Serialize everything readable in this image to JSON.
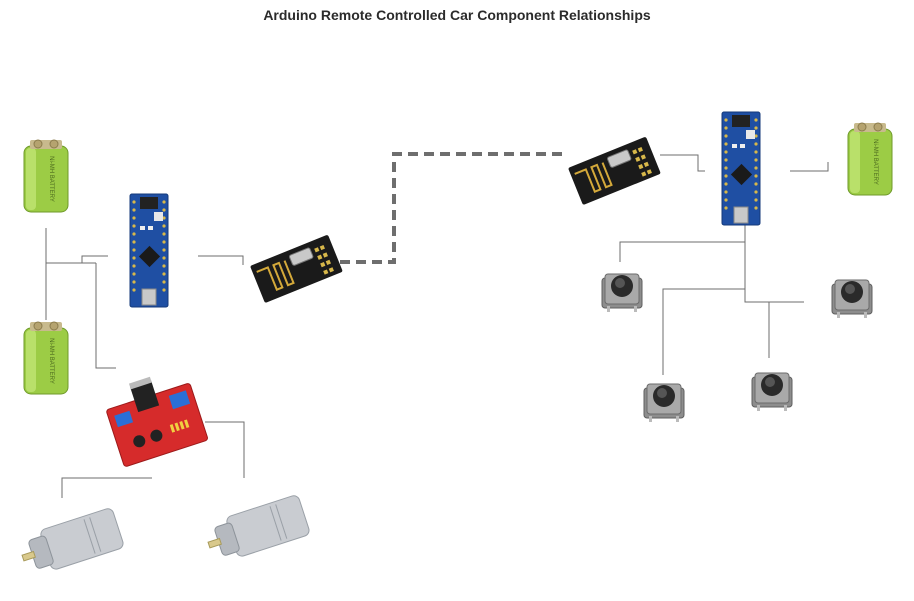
{
  "diagram": {
    "title": "Arduino Remote Controlled Car Component Relationships",
    "nodes": [
      {
        "id": "battery-car-1",
        "type": "9V battery"
      },
      {
        "id": "battery-car-2",
        "type": "9V battery"
      },
      {
        "id": "arduino-nano-car",
        "type": "Arduino Nano"
      },
      {
        "id": "nrf24-car",
        "type": "nRF24L01 radio module"
      },
      {
        "id": "motor-driver",
        "type": "L298N motor driver"
      },
      {
        "id": "motor-left",
        "type": "DC gear motor"
      },
      {
        "id": "motor-right",
        "type": "DC gear motor"
      },
      {
        "id": "nrf24-remote",
        "type": "nRF24L01 radio module"
      },
      {
        "id": "arduino-nano-remote",
        "type": "Arduino Nano"
      },
      {
        "id": "battery-remote",
        "type": "9V battery"
      },
      {
        "id": "button-1",
        "type": "tactile push button"
      },
      {
        "id": "button-2",
        "type": "tactile push button"
      },
      {
        "id": "button-3",
        "type": "tactile push button"
      },
      {
        "id": "button-4",
        "type": "tactile push button"
      }
    ],
    "edges": [
      {
        "from": "battery-car-1",
        "to": "arduino-nano-car",
        "style": "solid"
      },
      {
        "from": "battery-car-2",
        "to": "arduino-nano-car",
        "style": "solid"
      },
      {
        "from": "battery-car-1",
        "to": "motor-driver",
        "style": "solid"
      },
      {
        "from": "arduino-nano-car",
        "to": "nrf24-car",
        "style": "solid"
      },
      {
        "from": "motor-driver",
        "to": "motor-left",
        "style": "solid"
      },
      {
        "from": "motor-driver",
        "to": "motor-right",
        "style": "solid"
      },
      {
        "from": "nrf24-car",
        "to": "nrf24-remote",
        "style": "dashed"
      },
      {
        "from": "nrf24-remote",
        "to": "arduino-nano-remote",
        "style": "solid"
      },
      {
        "from": "battery-remote",
        "to": "arduino-nano-remote",
        "style": "solid"
      },
      {
        "from": "arduino-nano-remote",
        "to": "button-1",
        "style": "solid"
      },
      {
        "from": "arduino-nano-remote",
        "to": "button-2",
        "style": "solid"
      },
      {
        "from": "arduino-nano-remote",
        "to": "button-3",
        "style": "solid"
      },
      {
        "from": "arduino-nano-remote",
        "to": "button-4",
        "style": "solid"
      }
    ],
    "colors": {
      "connector": "#6e6e6e",
      "wireless_link": "#6e6e6e",
      "battery_body": "#9ccc45",
      "arduino_board": "#1f4fa3",
      "motor_driver_board": "#d62b2b",
      "motor_body": "#bfc3c8",
      "button_body": "#8d8d8d"
    }
  }
}
